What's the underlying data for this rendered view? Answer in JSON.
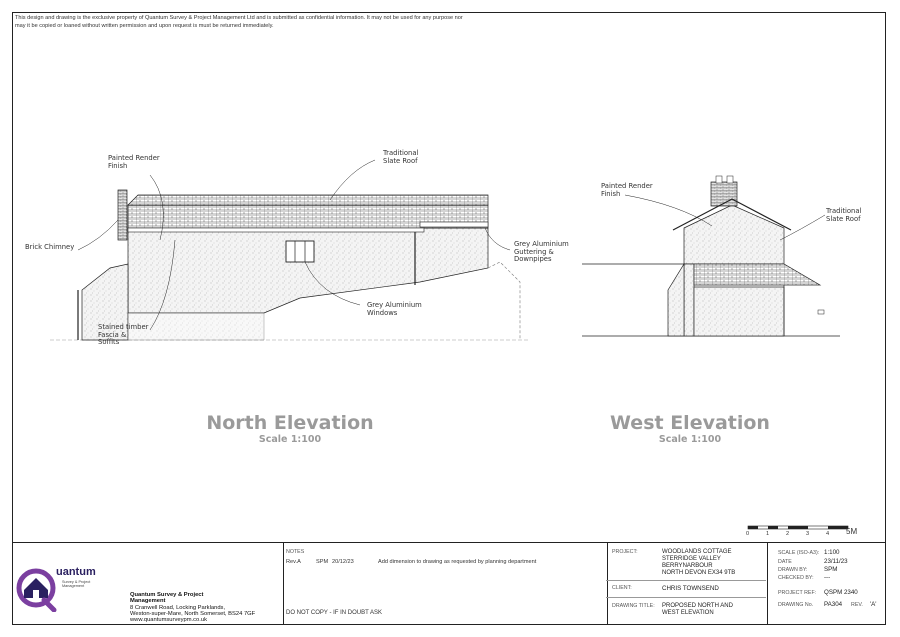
{
  "disclaimer": "This design and drawing is the exclusive property of Quantum Survey & Project Management Ltd and is submitted as confidential information. It may not be used for any purpose nor may it be copied or loaned without written permission and upon request is must be returned immediately.",
  "north": {
    "title": "North Elevation",
    "scale": "Scale 1:100",
    "notes": {
      "render": [
        "Painted Render",
        "Finish"
      ],
      "roof": [
        "Traditional",
        "Slate Roof"
      ],
      "chimney": [
        "Brick Chimney"
      ],
      "guttering": [
        "Grey Aluminium",
        "Guttering &",
        "Downpipes"
      ],
      "windows": [
        "Grey Aluminium",
        "Windows"
      ],
      "fascia": [
        "Stained timber",
        "Fascia &",
        "Soffits"
      ]
    }
  },
  "west": {
    "title": "West Elevation",
    "scale": "Scale 1:100",
    "notes": {
      "render": [
        "Painted Render",
        "Finish"
      ],
      "roof": [
        "Traditional",
        "Slate Roof"
      ]
    }
  },
  "scalebar": {
    "ticks": [
      "0",
      "1",
      "2",
      "3",
      "4",
      "5"
    ],
    "unit": "M"
  },
  "titleblock": {
    "notes_label": "NOTES",
    "revision": {
      "rev": "Rev.A",
      "by": "SPM",
      "date": "20/12/23",
      "desc": "Add dimension to drawing as requested by planning department"
    },
    "warning": "DO NOT COPY - IF IN DOUBT ASK",
    "logo": {
      "name": "uantum",
      "sub": [
        "Survey & Project",
        "Management"
      ]
    },
    "company": {
      "name": "Quantum Survey & Project",
      "name2": "Management",
      "address1": "8 Cranwell Road, Locking Parklands,",
      "address2": "Weston-super-Mare, North Somerset, BS24 7GF",
      "web": "www.quantumsurveypm.co.uk"
    },
    "project_label": "PROJECT:",
    "project": [
      "WOODLANDS COTTAGE",
      "STERRIDGE VALLEY",
      "BERRYNARBOUR",
      "NORTH DEVON EX34 9TB"
    ],
    "client_label": "CLIENT:",
    "client": "CHRIS TOWNSEND",
    "drawing_title_label": "DRAWING TITLE:",
    "drawing_title": [
      "PROPOSED NORTH AND",
      "WEST ELEVATION"
    ],
    "fields": {
      "scale_label": "SCALE (ISO-A3):",
      "scale": "1:100",
      "date_label": "DATE",
      "date": "23/11/23",
      "drawn_label": "DRAWN BY:",
      "drawn": "SPM",
      "checked_label": "CHECKED BY:",
      "checked": "---",
      "ref_label": "PROJECT REF:",
      "ref": "QSPM 2340",
      "drawing_no_label": "DRAWING No.",
      "drawing_no": "PA304",
      "rev_label": "REV.",
      "rev": "'A'"
    }
  }
}
